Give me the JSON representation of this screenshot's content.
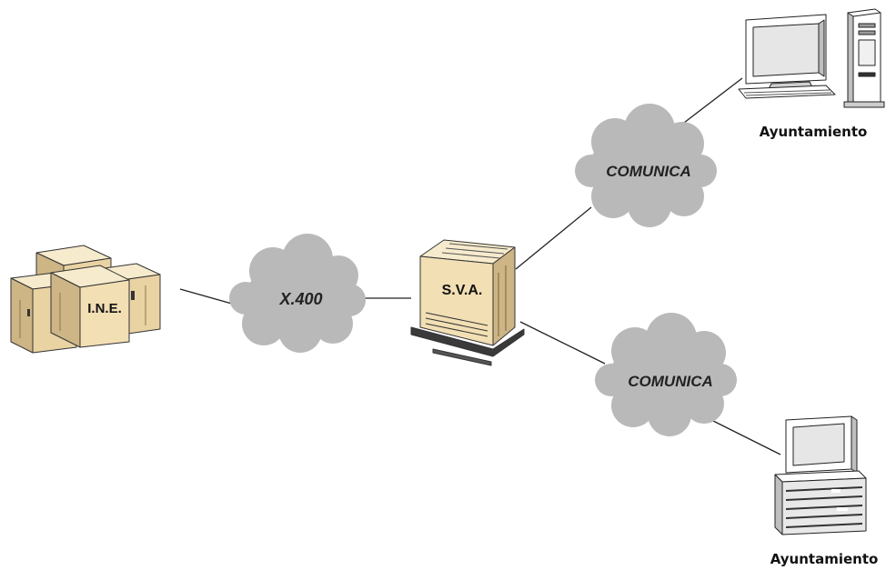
{
  "diagram": {
    "nodes": {
      "ine": {
        "label": "I.N.E.",
        "icon": "building-icon"
      },
      "sva": {
        "label": "S.V.A.",
        "icon": "server-icon"
      },
      "ayuntamiento_top": {
        "caption": "Ayuntamiento",
        "icon": "desktop-tower-computer-icon"
      },
      "ayuntamiento_bottom": {
        "caption": "Ayuntamiento",
        "icon": "desktop-computer-icon"
      }
    },
    "networks": {
      "x400": {
        "label": "X.400"
      },
      "comunica_top": {
        "label": "COMUNICA"
      },
      "comunica_bottom": {
        "label": "COMUNICA"
      }
    },
    "colors": {
      "cloud_fill": "#b9b9b9",
      "equipment_fill": "#f2dfb4",
      "equipment_shadow": "#cdb585",
      "line": "#222222"
    }
  }
}
